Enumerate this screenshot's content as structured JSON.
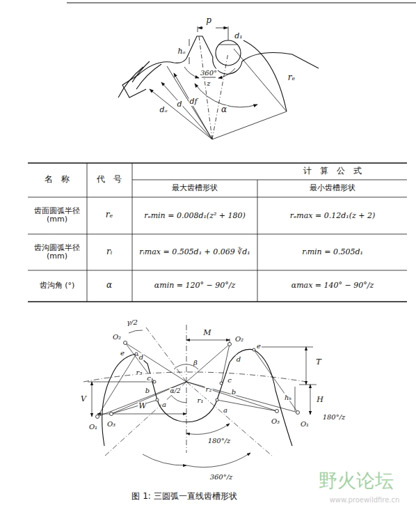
{
  "diagram": {
    "caption": "图 1:   三圆弧一直线齿槽形状",
    "labels": [
      "p",
      "d₁",
      "hₐ",
      "360°",
      "z",
      "rₑ",
      "dₐ",
      "d",
      "df",
      "α",
      "名　称",
      "代　号",
      "计　算　公　式",
      "最大齿槽形状",
      "最小齿槽形状",
      "齿面圆弧半径 (mm)",
      "rₑ",
      "rₑmin = 0.008d₁(z² + 180)",
      "rₑmax = 0.12d₁(z + 2)",
      "齿沟圆弧半径 (mm)",
      "rᵢ",
      "rᵢmax = 0.505d₁ + 0.069 ∛d₁",
      "rᵢmin = 0.505d₁",
      "齿沟角 (°)",
      "α",
      "αmin = 120° − 90°/z",
      "αmax = 140° − 90°/z",
      "γ/2",
      "O₂",
      "e",
      "d",
      "M",
      "O₂",
      "d",
      "e",
      "T",
      "r₃",
      "β",
      "c",
      "b",
      "a",
      "α/2",
      "r₁",
      "r₂",
      "c",
      "b",
      "a",
      "V",
      "O₁",
      "O₃",
      "W",
      "hₖ",
      "H",
      "180°/z",
      "O₃",
      "O₁",
      "180°/z",
      "360°/z",
      "野火论坛",
      "www.proewildfire.cn"
    ]
  }
}
